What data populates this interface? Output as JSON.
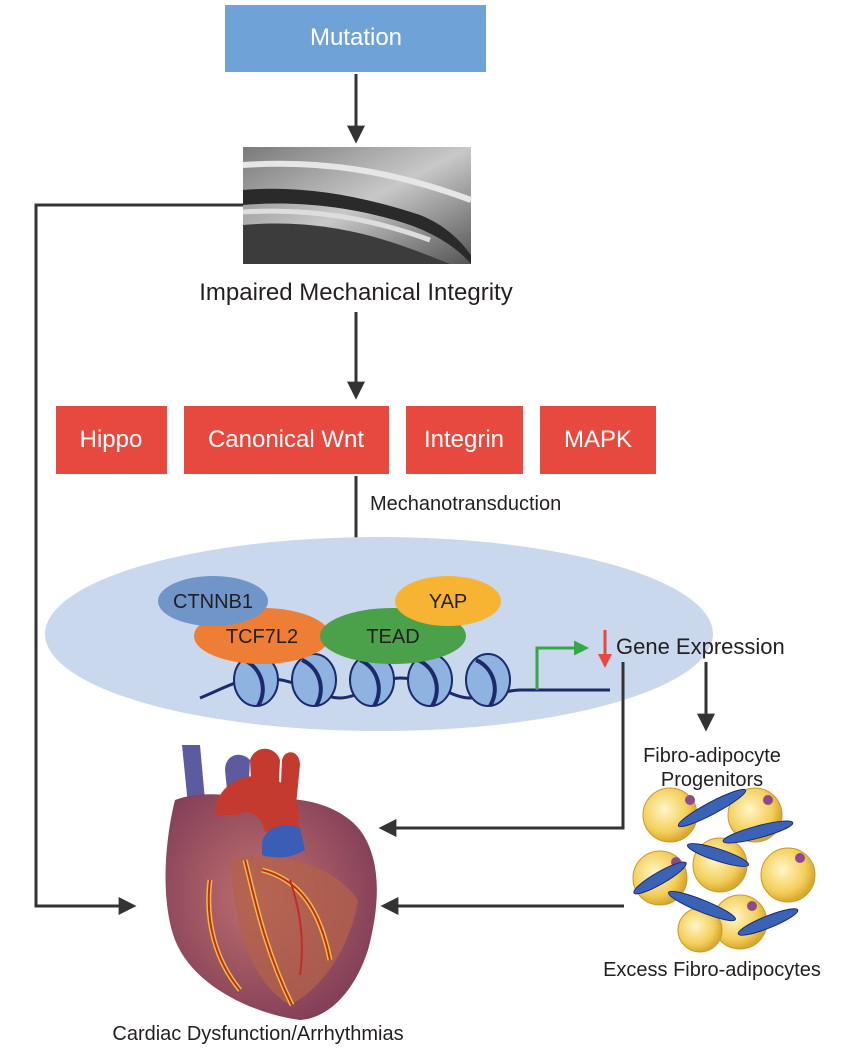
{
  "top": {
    "mutation": "Mutation"
  },
  "integrity": {
    "label": "Impaired Mechanical Integrity"
  },
  "pathways": {
    "hippo": "Hippo",
    "wnt": "Canonical Wnt",
    "integrin": "Integrin",
    "mapk": "MAPK",
    "mechanotransduction": "Mechanotransduction"
  },
  "nucleus": {
    "ctnnb1": "CTNNB1",
    "tcf7l2": "TCF7L2",
    "tead": "TEAD",
    "yap": "YAP"
  },
  "outputs": {
    "gene_expression": "Gene Expression",
    "progenitors_line1": "Fibro-adipocyte",
    "progenitors_line2": "Progenitors",
    "excess": "Excess Fibro-adipocytes",
    "cardiac": "Cardiac Dysfunction/Arrhythmias"
  },
  "colors": {
    "mutation_box": "#6fa3d8",
    "pathway_box": "#e8493e",
    "nucleus": "#c9d8ec",
    "ctnnb1": "#6f95c9",
    "tcf7l2": "#ee7d35",
    "tead": "#4ba04a",
    "yap": "#f7b432",
    "arrow": "#333333",
    "promoter": "#33a845",
    "down_arrow": "#e8493e"
  }
}
